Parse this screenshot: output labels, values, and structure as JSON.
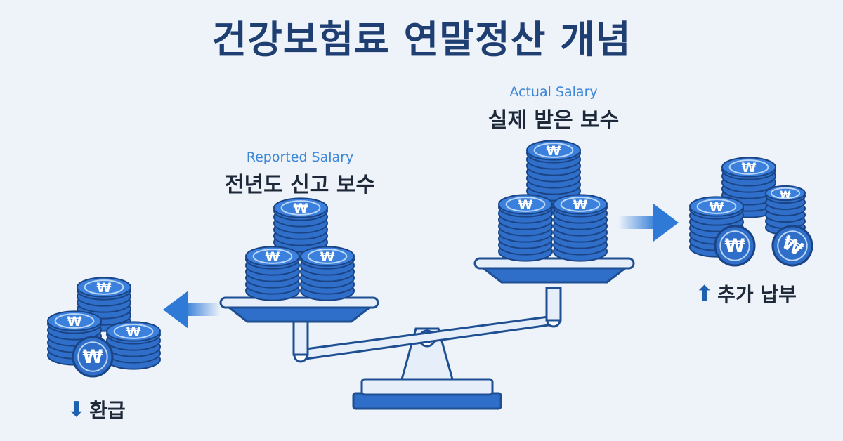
{
  "title": "건강보험료 연말정산 개념",
  "reported": {
    "en": "Reported Salary",
    "ko": "전년도 신고 보수"
  },
  "actual": {
    "en": "Actual Salary",
    "ko": "실제 받은 보수"
  },
  "refund": {
    "arrow": "⬇",
    "label": "환급"
  },
  "additional": {
    "arrow": "⬆",
    "label": "추가 납부"
  },
  "coin_symbol": "₩",
  "colors": {
    "primary": "#2f6fc9",
    "dark": "#1e4f93",
    "title": "#1f3f73",
    "accent": "#3b86d6"
  }
}
